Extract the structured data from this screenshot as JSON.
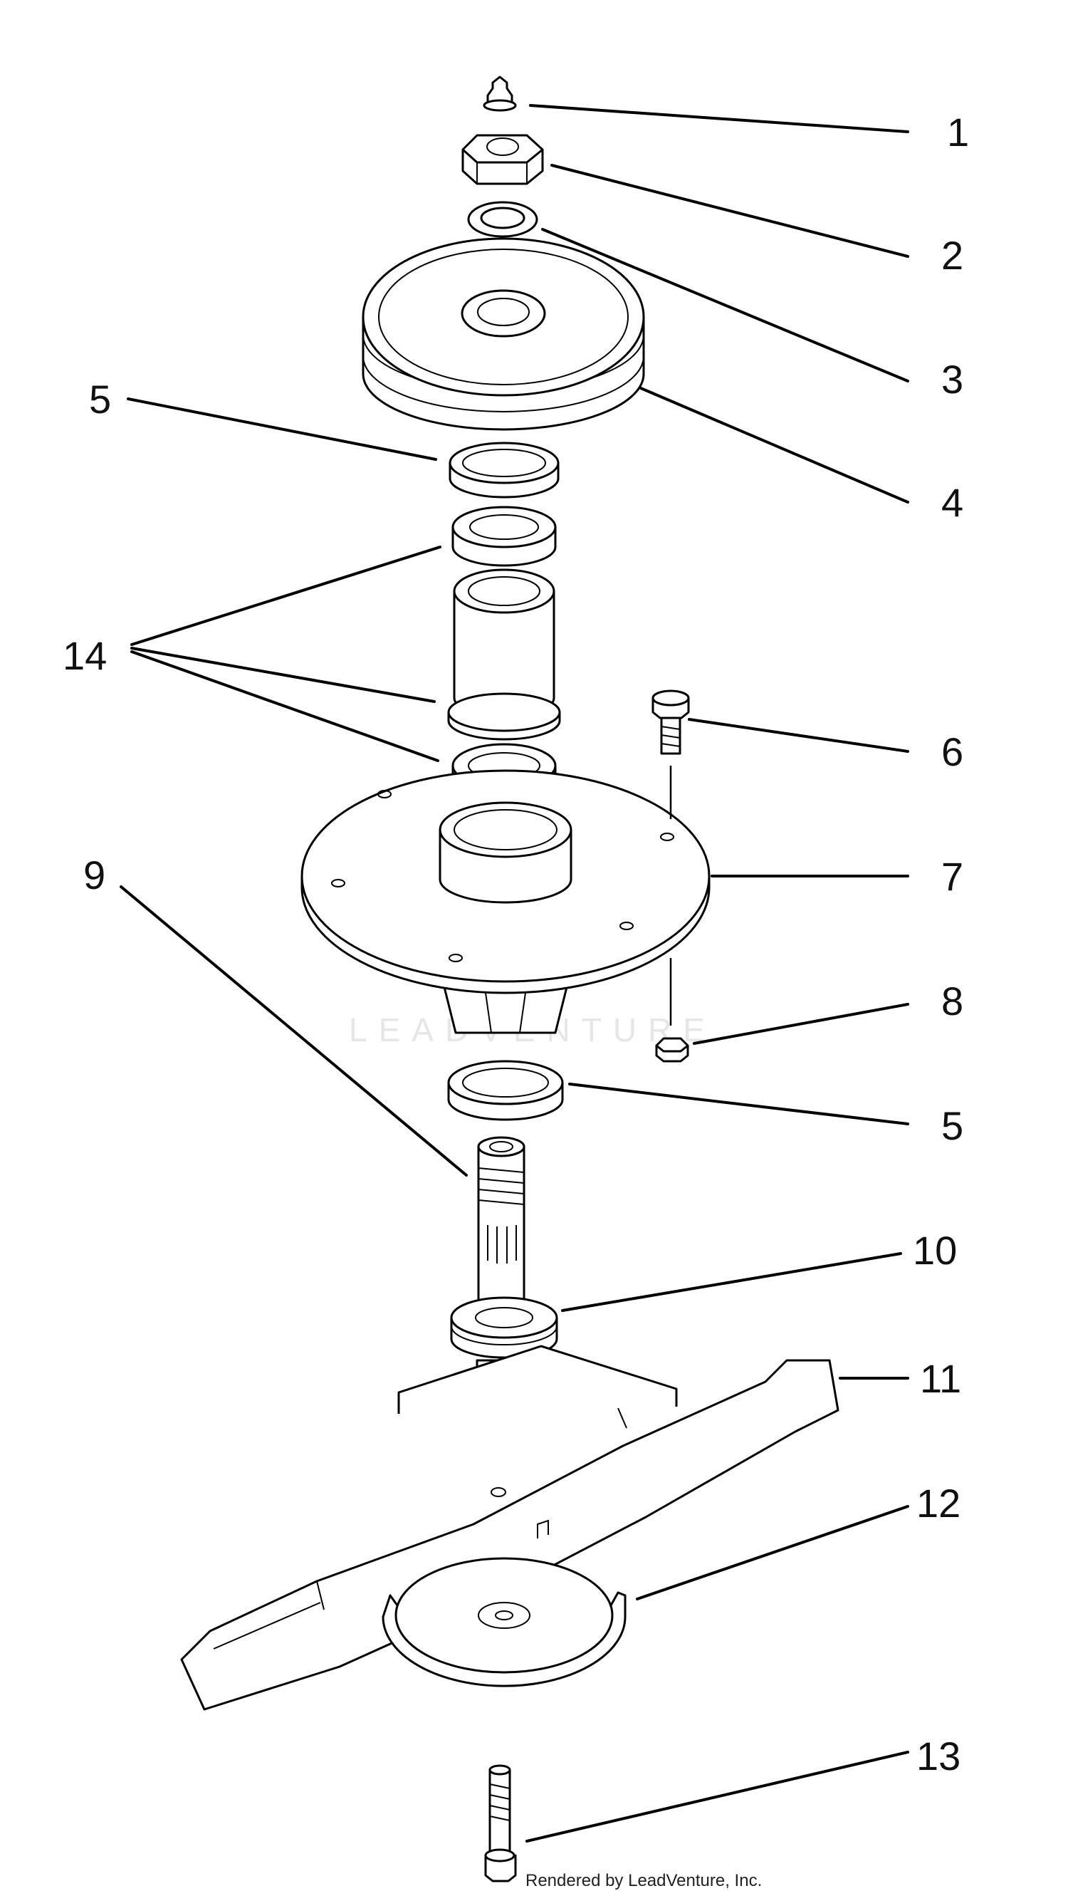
{
  "callouts": {
    "c1": "1",
    "c2": "2",
    "c3": "3",
    "c4": "4",
    "c5a": "5",
    "c5b": "5",
    "c6": "6",
    "c7": "7",
    "c8": "8",
    "c9": "9",
    "c10": "10",
    "c11": "11",
    "c12": "12",
    "c13": "13",
    "c14": "14"
  },
  "watermark": {
    "text": "LEADVENTURE"
  },
  "credit": {
    "text": "Rendered by LeadVenture, Inc."
  }
}
